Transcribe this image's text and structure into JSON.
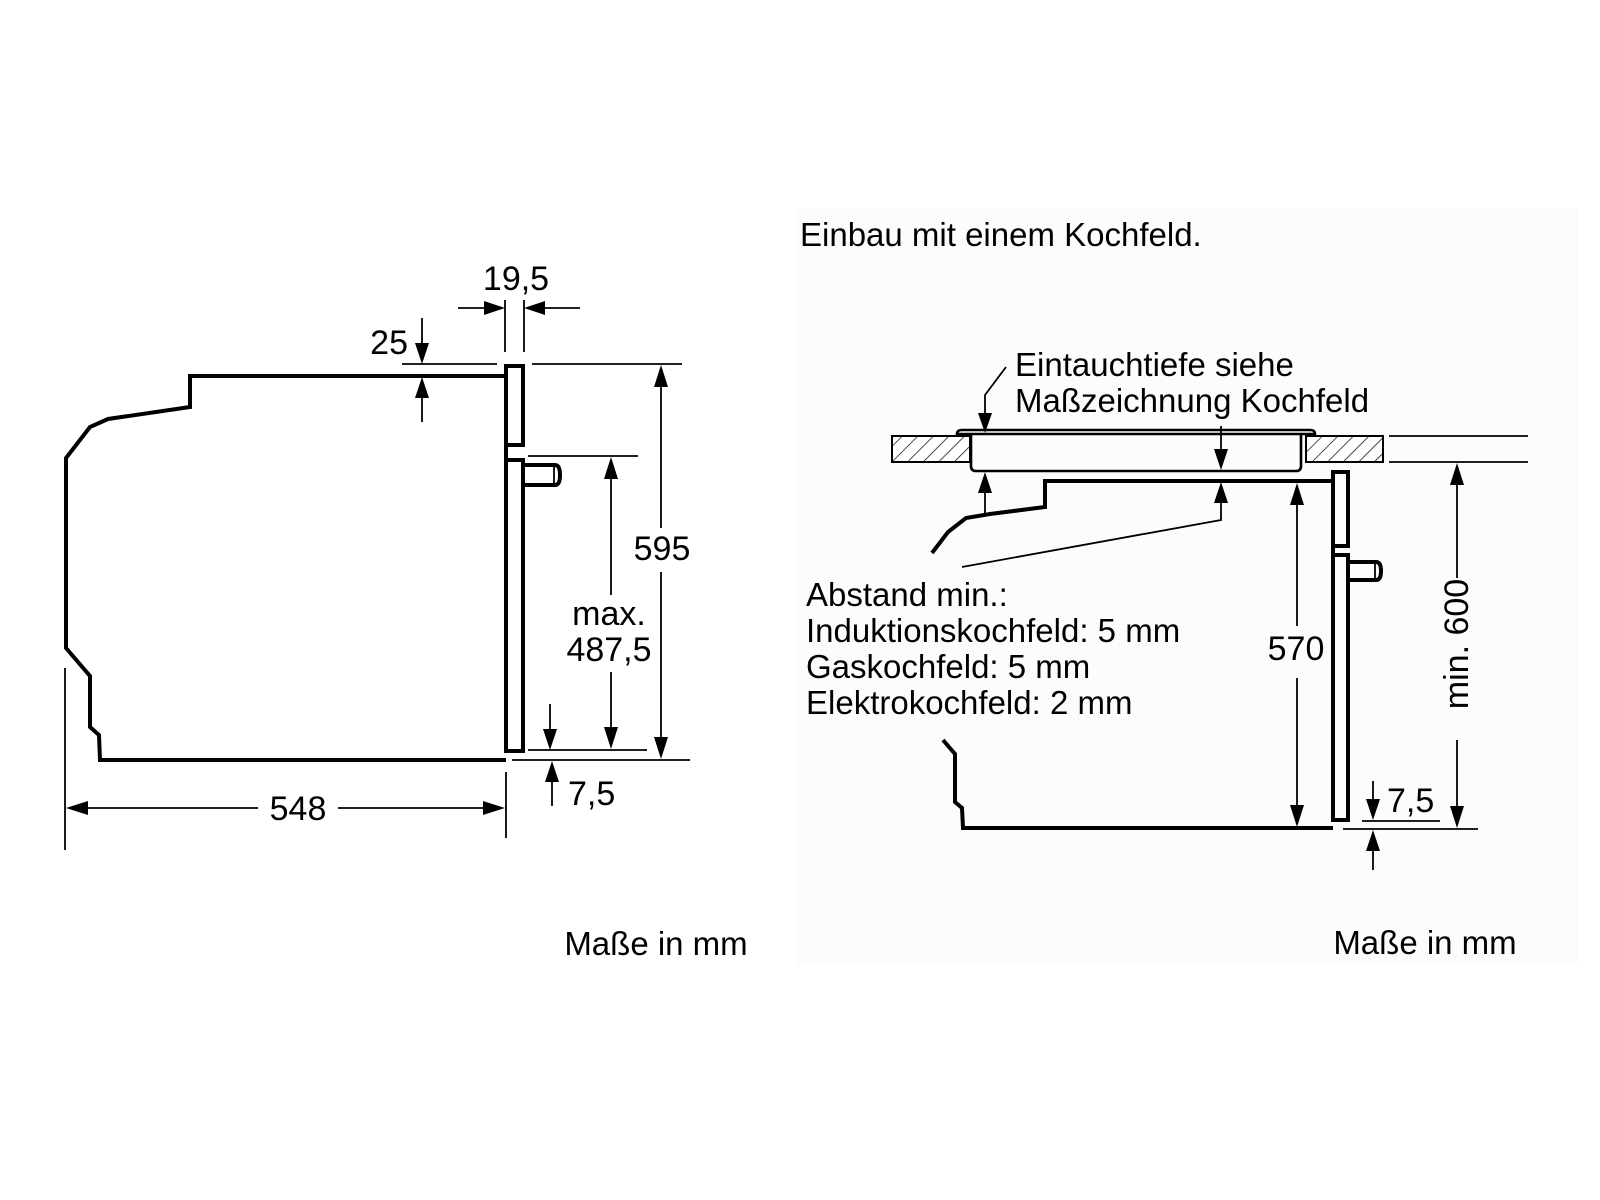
{
  "left_view": {
    "dimensions": {
      "door_thickness": "19,5",
      "top_offset": "25",
      "total_height": "595",
      "max_label": "max.",
      "max_value": "487,5",
      "bottom_offset": "7,5",
      "depth": "548"
    },
    "caption": "Maße in mm"
  },
  "right_view": {
    "title": "Einbau mit einem Kochfeld.",
    "hob_note": [
      "Eintauchtiefe siehe",
      "Maßzeichnung Kochfeld"
    ],
    "clearance_note": {
      "heading": "Abstand min.:",
      "items": [
        {
          "hob_type": "Induktionskochfeld",
          "distance": "5 mm",
          "text": "Induktionskochfeld: 5 mm"
        },
        {
          "hob_type": "Gaskochfeld",
          "distance": "5 mm",
          "text": "Gaskochfeld: 5 mm"
        },
        {
          "hob_type": "Elektrokochfeld",
          "distance": "2 mm",
          "text": "Elektrokochfeld: 2 mm"
        }
      ]
    },
    "dimensions": {
      "oven_height": "570",
      "niche_height": "min. 600",
      "bottom_offset": "7,5"
    },
    "caption": "Maße in mm"
  }
}
